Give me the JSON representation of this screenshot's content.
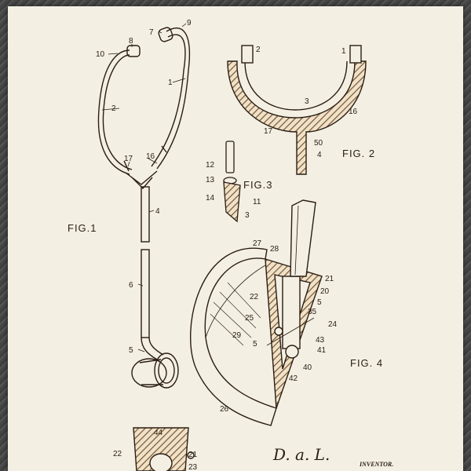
{
  "figures": {
    "fig1": "FIG.1",
    "fig2": "FIG. 2",
    "fig3": "FIG.3",
    "fig4": "FIG. 4"
  },
  "fig1_labels": [
    "10",
    "8",
    "7",
    "9",
    "1",
    "2",
    "17",
    "16",
    "4",
    "6",
    "5"
  ],
  "fig2_labels": [
    "2",
    "1",
    "3",
    "16",
    "17",
    "50",
    "4"
  ],
  "fig3_labels": [
    "12",
    "13",
    "14",
    "11",
    "3"
  ],
  "fig4_labels": [
    "27",
    "28",
    "21",
    "22",
    "20",
    "5",
    "35",
    "24",
    "25",
    "29",
    "5",
    "43",
    "41",
    "40",
    "42",
    "26"
  ],
  "fig5_labels": [
    "44",
    "22",
    "21",
    "23"
  ],
  "signature": {
    "text": "D. a. L.",
    "caption": "INVENTOR."
  },
  "colors": {
    "paper": "#f3efe3",
    "ink": "#2b1d12",
    "hatch": "#8a6a4a"
  }
}
